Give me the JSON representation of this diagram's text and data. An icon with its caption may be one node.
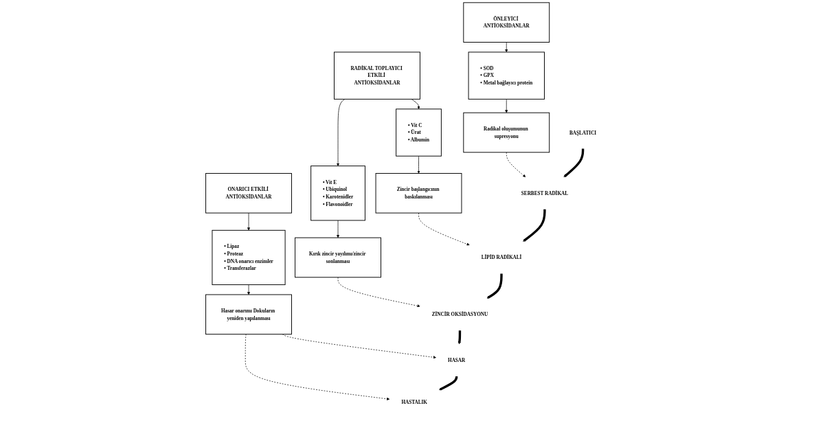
{
  "diagram": {
    "nodes": [
      {
        "text": [
          "ÖNLEYİCİ ANTİOKSİDANLAR"
        ]
      },
      {
        "text": [
          "RADİKAL TOPLAYICI ETKİLİ ANTİOKSİDANLAR"
        ]
      },
      {
        "text": [
          "ONARICI ETKİLİ ANTİOKSİDANLAR"
        ]
      },
      {
        "text": [
          "• SOD",
          "• GPX",
          "• Metal bağlayıcı protein"
        ]
      },
      {
        "text": [
          "• Vit C",
          "• Ürat",
          "• Albumin"
        ]
      },
      {
        "text": [
          "• Vit E",
          "• Ubiquinol",
          "• Karotenidler",
          "• Flavonoidler"
        ]
      },
      {
        "text": [
          "• Lipaz",
          "• Proteaz",
          "• DNA onarıcı enzimler",
          "• Transferazlar"
        ]
      },
      {
        "text": [
          "Radikal oluşumunun supresyonu"
        ]
      },
      {
        "text": [
          "Zincir başlangıcının baskılanması"
        ]
      },
      {
        "text": [
          "Kırık zincir yayılımı/zincir sonlanması"
        ]
      },
      {
        "text": [
          "Hasar onarımı Dokuların yeniden yapılanması"
        ]
      },
      {
        "text": [
          "BAŞLATICI"
        ]
      },
      {
        "text": [
          "SERBEST RADİKAL"
        ]
      },
      {
        "text": [
          "LİPİD RADİKALİ"
        ]
      },
      {
        "text": [
          "ZİNCİR OKSİDASYONU"
        ]
      },
      {
        "text": [
          "HASAR"
        ]
      },
      {
        "text": [
          "HASTALIK"
        ]
      }
    ],
    "edges": [
      {
        "from": 0,
        "to": 3,
        "arrow": "to"
      },
      {
        "from": 1,
        "to": 4,
        "arrow": "to"
      },
      {
        "from": 1,
        "to": 5,
        "arrow": "to"
      },
      {
        "from": 2,
        "to": 6,
        "arrow": "to"
      },
      {
        "from": 3,
        "to": 7,
        "arrow": "to"
      },
      {
        "from": 4,
        "to": 8,
        "arrow": "to"
      },
      {
        "from": 5,
        "to": 9,
        "arrow": "to"
      },
      {
        "from": 6,
        "to": 10,
        "arrow": "to"
      },
      {
        "from": 7,
        "to": 12,
        "arrow": "to",
        "style": "dashed"
      },
      {
        "from": 8,
        "to": 13,
        "arrow": "to",
        "style": "dashed"
      },
      {
        "from": 9,
        "to": 14,
        "arrow": "to",
        "style": "dashed"
      },
      {
        "from": 10,
        "to": 15,
        "arrow": "to",
        "style": "dashed"
      },
      {
        "from": 10,
        "to": 16,
        "arrow": "to",
        "style": "dashed"
      },
      {
        "from": 11,
        "to": 12,
        "arrow": "to",
        "style": "thick"
      },
      {
        "from": 12,
        "to": 13,
        "arrow": "to",
        "style": "thick"
      },
      {
        "from": 13,
        "to": 14,
        "arrow": "to",
        "style": "thick"
      },
      {
        "from": 14,
        "to": 15,
        "arrow": "to",
        "style": "thick"
      },
      {
        "from": 15,
        "to": 16,
        "arrow": "to",
        "style": "thick"
      }
    ]
  }
}
